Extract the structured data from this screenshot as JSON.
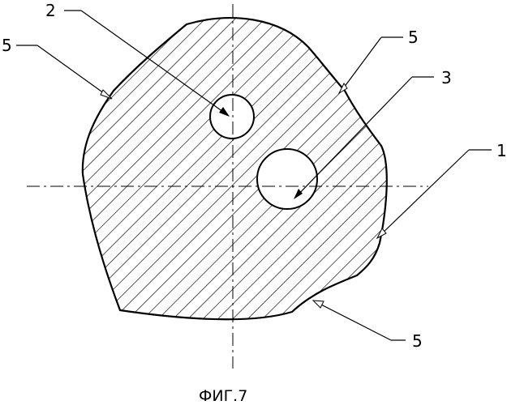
{
  "figure": {
    "caption": "ФИГ.7",
    "labels": {
      "part_2": "2",
      "part_3": "3",
      "part_1": "1",
      "part_5_left": "5",
      "part_5_top_right": "5",
      "part_5_bottom": "5"
    }
  }
}
